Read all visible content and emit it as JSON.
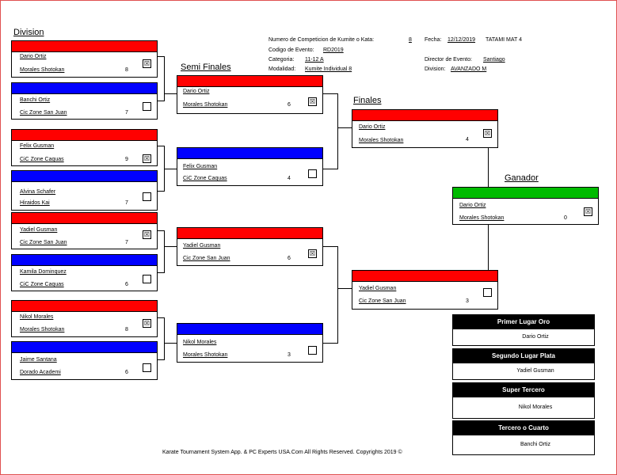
{
  "headings": {
    "division": "Division",
    "semifinals": "Semi Finales",
    "finals": "Finales",
    "winner": "Ganador"
  },
  "event": {
    "comp_number_label": "Numero de Competicion de Kumite o Kata:",
    "comp_number": "8",
    "code_label": "Codigo de Evento:",
    "code": "RD2019",
    "category_label": "Categoria:",
    "category": "11-12 A",
    "modality_label": "Modalidad:",
    "modality": "Kumite Individual 8",
    "date_label": "Fecha:",
    "date": "12/12/2019",
    "tatami": "TATAMI MAT 4",
    "director_label": "Director de Evento:",
    "director": "Santiago",
    "division_label": "Division:",
    "division": "AVANZADO M"
  },
  "round1": [
    {
      "name": "Dario Ortiz",
      "club": "Morales Shotokan",
      "score": "8",
      "check": "☒",
      "color": "red"
    },
    {
      "name": "Banchi Ortiz",
      "club": "Cic Zone San Juan",
      "score": "7",
      "check": "",
      "color": "blue"
    },
    {
      "name": "Felix Gusman",
      "club": "CiC Zone Caquas",
      "score": "9",
      "check": "☒",
      "color": "red"
    },
    {
      "name": "Alvina Schafer",
      "club": "Hiraidos Kai",
      "score": "7",
      "check": "",
      "color": "blue"
    },
    {
      "name": "Yadiel Gusman",
      "club": "Cic Zone San Juan",
      "score": "7",
      "check": "☒",
      "color": "red"
    },
    {
      "name": "Kamila Dominquez",
      "club": "CiC Zone Caquas",
      "score": "6",
      "check": "",
      "color": "blue"
    },
    {
      "name": "Nikol Morales",
      "club": "Morales Shotokan",
      "score": "8",
      "check": "☒",
      "color": "red"
    },
    {
      "name": "Jaime Santana",
      "club": "Dorado Academi",
      "score": "6",
      "check": "",
      "color": "blue"
    }
  ],
  "semis": [
    {
      "name": "Dario Ortiz",
      "club": "Morales Shotokan",
      "score": "6",
      "check": "☒",
      "color": "red"
    },
    {
      "name": "Felix Gusman",
      "club": "CiC Zone Caquas",
      "score": "4",
      "check": "",
      "color": "blue"
    },
    {
      "name": "Yadiel Gusman",
      "club": "Cic Zone San Juan",
      "score": "6",
      "check": "☒",
      "color": "red"
    },
    {
      "name": "Nikol Morales",
      "club": "Morales Shotokan",
      "score": "3",
      "check": "",
      "color": "blue"
    }
  ],
  "finals": [
    {
      "name": "Dario Ortiz",
      "club": "Morales Shotokan",
      "score": "4",
      "check": "☒",
      "color": "red"
    },
    {
      "name": "Yadiel Gusman",
      "club": "Cic Zone San Juan",
      "score": "3",
      "check": "",
      "color": "red"
    }
  ],
  "winner": {
    "name": "Dario Ortiz",
    "club": "Morales Shotokan",
    "score": "0",
    "check": "☒",
    "color": "green"
  },
  "awards": [
    {
      "title": "Primer Lugar Oro",
      "name": "Dario Ortiz"
    },
    {
      "title": "Segundo Lugar Plata",
      "name": "Yadiel Gusman"
    },
    {
      "title": "Super Tercero",
      "name": "Nikol Morales"
    },
    {
      "title": "Tercero o Cuarto",
      "name": "Banchi Ortiz"
    }
  ],
  "footer": "Karate Tournament System App. & PC Experts USA.Com All Rights Reserved. Copyrights 2019 ©"
}
